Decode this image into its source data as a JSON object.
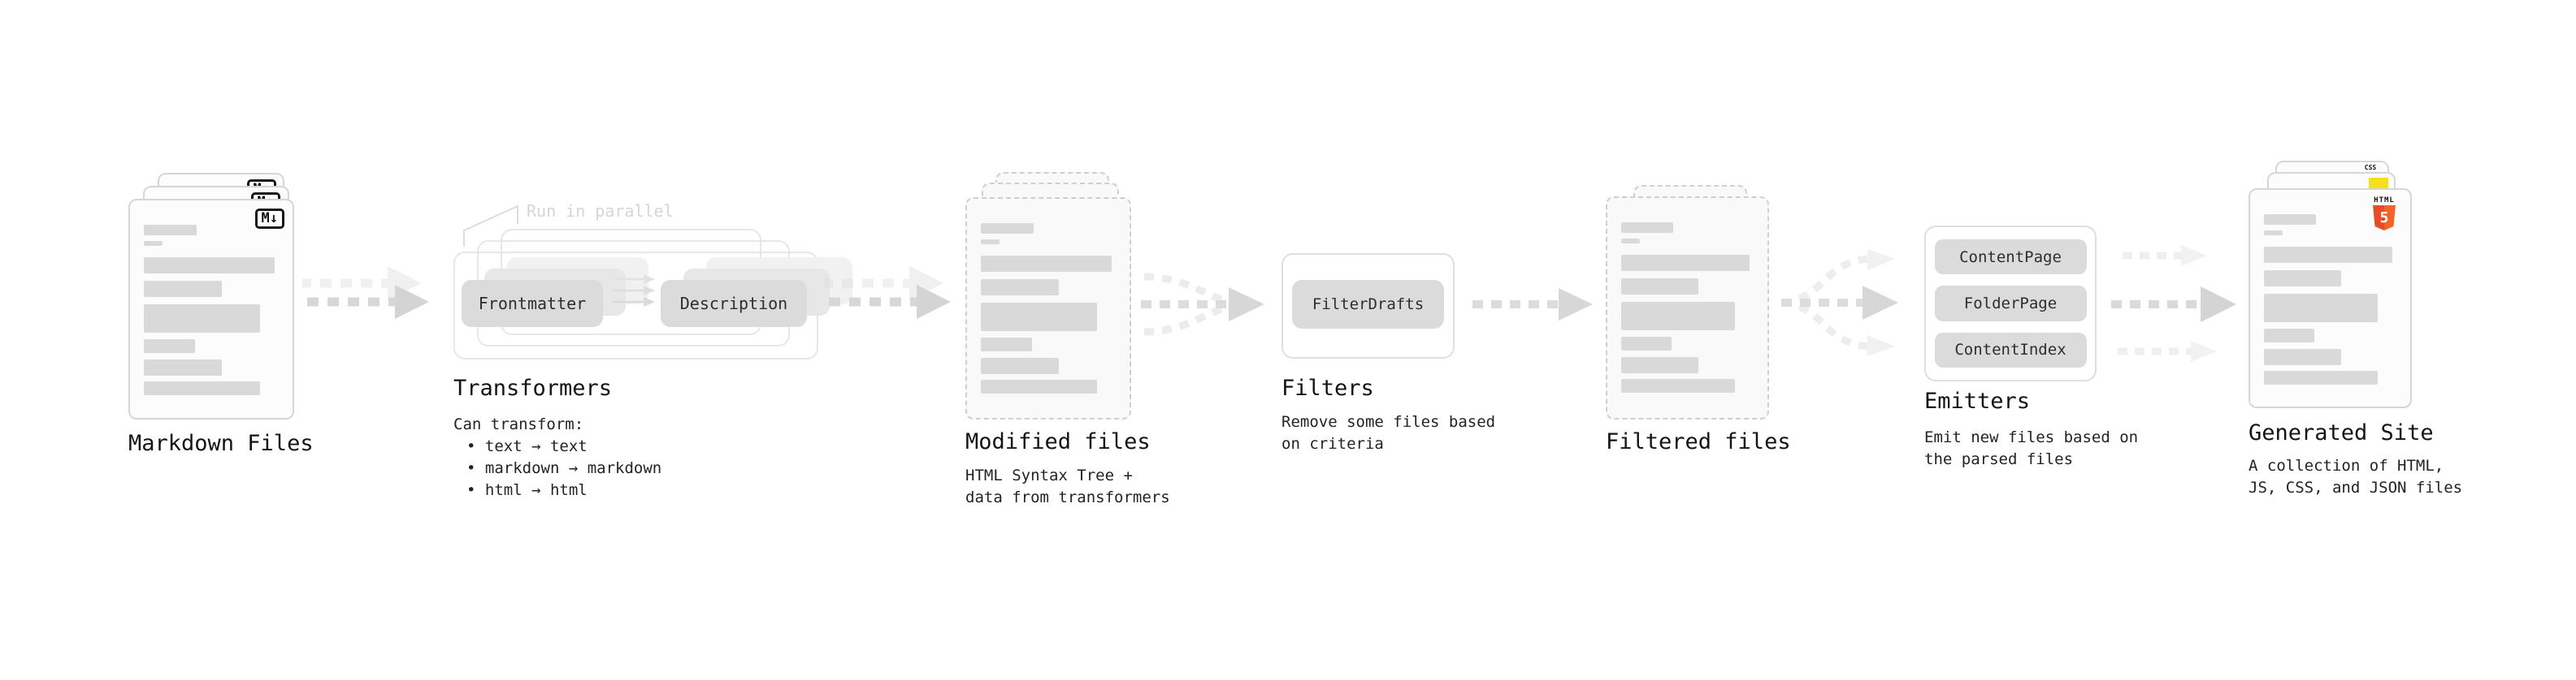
{
  "nodes": {
    "markdown_files": {
      "label": "Markdown Files",
      "badge": "M↓"
    },
    "transformers": {
      "label": "Transformers",
      "annotation": "Run in parallel",
      "pill_left": "Frontmatter",
      "pill_right": "Description",
      "desc_title": "Can transform:",
      "bullets": [
        "text → text",
        "markdown → markdown",
        "html → html"
      ]
    },
    "modified_files": {
      "label": "Modified files",
      "desc": [
        "HTML Syntax Tree +",
        "data from transformers"
      ]
    },
    "filters": {
      "label": "Filters",
      "pill": "FilterDrafts",
      "desc": [
        "Remove some files based",
        "on criteria"
      ]
    },
    "filtered_files": {
      "label": "Filtered files"
    },
    "emitters": {
      "label": "Emitters",
      "pills": [
        "ContentPage",
        "FolderPage",
        "ContentIndex"
      ],
      "desc": [
        "Emit new files based on",
        "the parsed files"
      ]
    },
    "generated_site": {
      "label": "Generated Site",
      "desc": [
        "A collection of HTML,",
        "JS, CSS, and JSON files"
      ],
      "badges": {
        "html_word": "HTML",
        "html_number": "5",
        "css": "CSS"
      }
    }
  },
  "colors": {
    "html5_orange": "#E44D26",
    "html5_orange_light": "#F16529",
    "js_yellow": "#F7DF1E",
    "css_blue": "#2965F1",
    "doc_bar_gray": "#d9d9d9",
    "arrow_gray": "#d7d7d7"
  }
}
